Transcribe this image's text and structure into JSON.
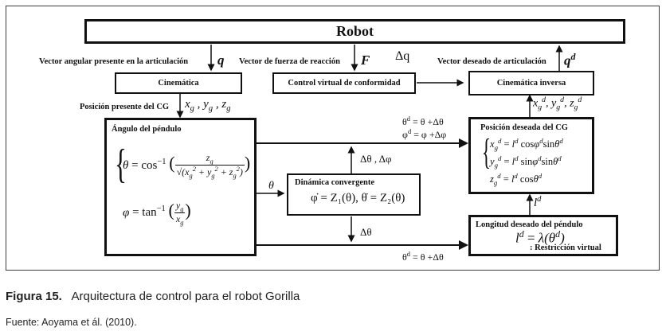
{
  "diagram": {
    "robot_label": "Robot",
    "labels": {
      "vector_angular": "Vector angular presente en la articulación",
      "vector_fuerza": "Vector de fuerza de reacción",
      "vector_deseado": "Vector deseado de articulación",
      "posicion_presente": "Posición presente del CG"
    },
    "symbols": {
      "q": "q",
      "F": "F",
      "delta_q": "Δq",
      "q_d": "q",
      "q_d_sup": "d",
      "xyz_g": "x_g , y_g , z_g",
      "xyz_g_d": "x_g^d , y_g^d , z_g^d",
      "theta_in": "θ",
      "delta_theta_phi": "Δθ , Δφ",
      "delta_theta": "Δθ",
      "l_d": "l^d"
    },
    "boxes": {
      "cinematica": "Cinemática",
      "control_virtual": "Control virtual de conformidad",
      "cinematica_inversa": "Cinemática inversa",
      "angulo_pendulo": {
        "title": "Ángulo del péndulo",
        "eq_theta": "θ = cos⁻¹( z_g / √(x_g² + y_g² + z_g²) )",
        "eq_phi": "φ = tan⁻¹( y_g / x_g )"
      },
      "dinamica": {
        "title": "Dinámica convergente",
        "equation": "φ̇ = Z₁(θ),   θ̇ = Z₂(θ)"
      },
      "posicion_deseada": {
        "title": "Posición deseada del CG",
        "eq_x": "x_g^d = l^d cosφ^d sinθ^d",
        "eq_y": "y_g^d = l^d sinφ^d sinθ^d",
        "eq_z": "z_g^d = l^d cosθ^d"
      },
      "longitud": {
        "title": "Longitud deseado del péndulo",
        "equation": "l^d = λ(θ^d)",
        "note": ": Restricción virtual"
      }
    },
    "flow_equations": {
      "top_theta": "θ^d = θ + Δθ",
      "top_phi": "φ^d = φ + Δφ",
      "bottom_theta": "θ^d = θ + Δθ"
    }
  },
  "caption": {
    "figure_label": "Figura 15.",
    "figure_title": "Arquitectura de control para el robot Gorilla",
    "source": "Fuente: Aoyama et ál. (2010)."
  }
}
